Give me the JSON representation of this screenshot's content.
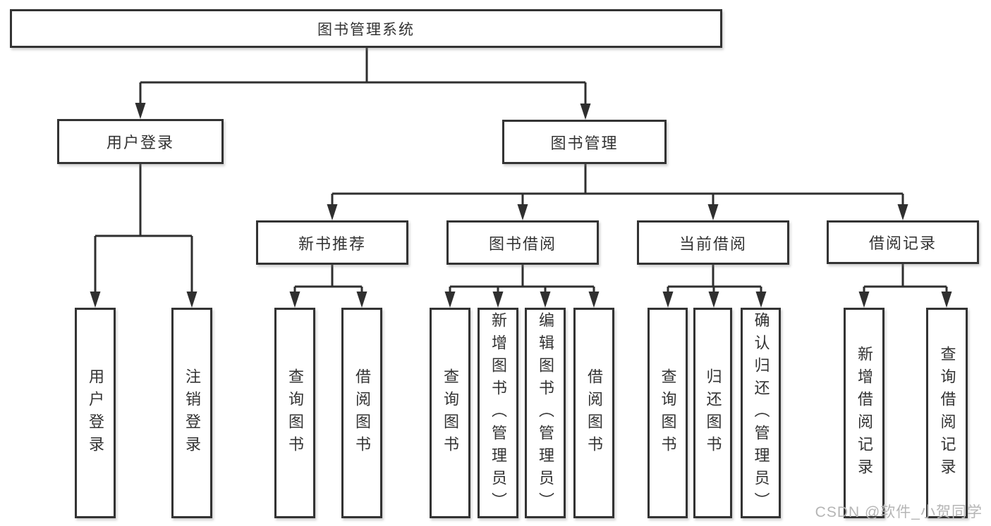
{
  "colors": {
    "line": "#2f2f2f",
    "box_border": "#333333",
    "text": "#333333",
    "background": "#ffffff",
    "watermark": "#b5b5b5"
  },
  "nodes": [
    {
      "id": "root",
      "label": "图书管理系统",
      "parent": null
    },
    {
      "id": "user-login",
      "label": "用户登录",
      "parent": "root"
    },
    {
      "id": "book-management",
      "label": "图书管理",
      "parent": "root"
    },
    {
      "id": "new-book-recommend",
      "label": "新书推荐",
      "parent": "book-management"
    },
    {
      "id": "book-borrowing",
      "label": "图书借阅",
      "parent": "book-management"
    },
    {
      "id": "current-borrowing",
      "label": "当前借阅",
      "parent": "book-management"
    },
    {
      "id": "borrowing-records",
      "label": "借阅记录",
      "parent": "book-management"
    },
    {
      "id": "login-action",
      "label": "用户登录",
      "parent": "user-login"
    },
    {
      "id": "logout-action",
      "label": "注销登录",
      "parent": "user-login"
    },
    {
      "id": "query-books-recommend",
      "label": "查询图书",
      "parent": "new-book-recommend"
    },
    {
      "id": "borrow-books-recommend",
      "label": "借阅图书",
      "parent": "new-book-recommend"
    },
    {
      "id": "query-books-borrowing",
      "label": "查询图书",
      "parent": "book-borrowing"
    },
    {
      "id": "add-books-admin",
      "label": "新增图书（管理员）",
      "parent": "book-borrowing"
    },
    {
      "id": "edit-books-admin",
      "label": "编辑图书（管理员）",
      "parent": "book-borrowing"
    },
    {
      "id": "borrow-books-borrowing",
      "label": "借阅图书",
      "parent": "book-borrowing"
    },
    {
      "id": "query-books-current",
      "label": "查询图书",
      "parent": "current-borrowing"
    },
    {
      "id": "return-books",
      "label": "归还图书",
      "parent": "current-borrowing"
    },
    {
      "id": "confirm-return-admin",
      "label": "确认归还（管理员）",
      "parent": "current-borrowing"
    },
    {
      "id": "add-borrow-record",
      "label": "新增借阅记录",
      "parent": "borrowing-records"
    },
    {
      "id": "query-borrow-record",
      "label": "查询借阅记录",
      "parent": "borrowing-records"
    }
  ],
  "watermark": {
    "text": "CSDN @软件_小贺同学"
  }
}
